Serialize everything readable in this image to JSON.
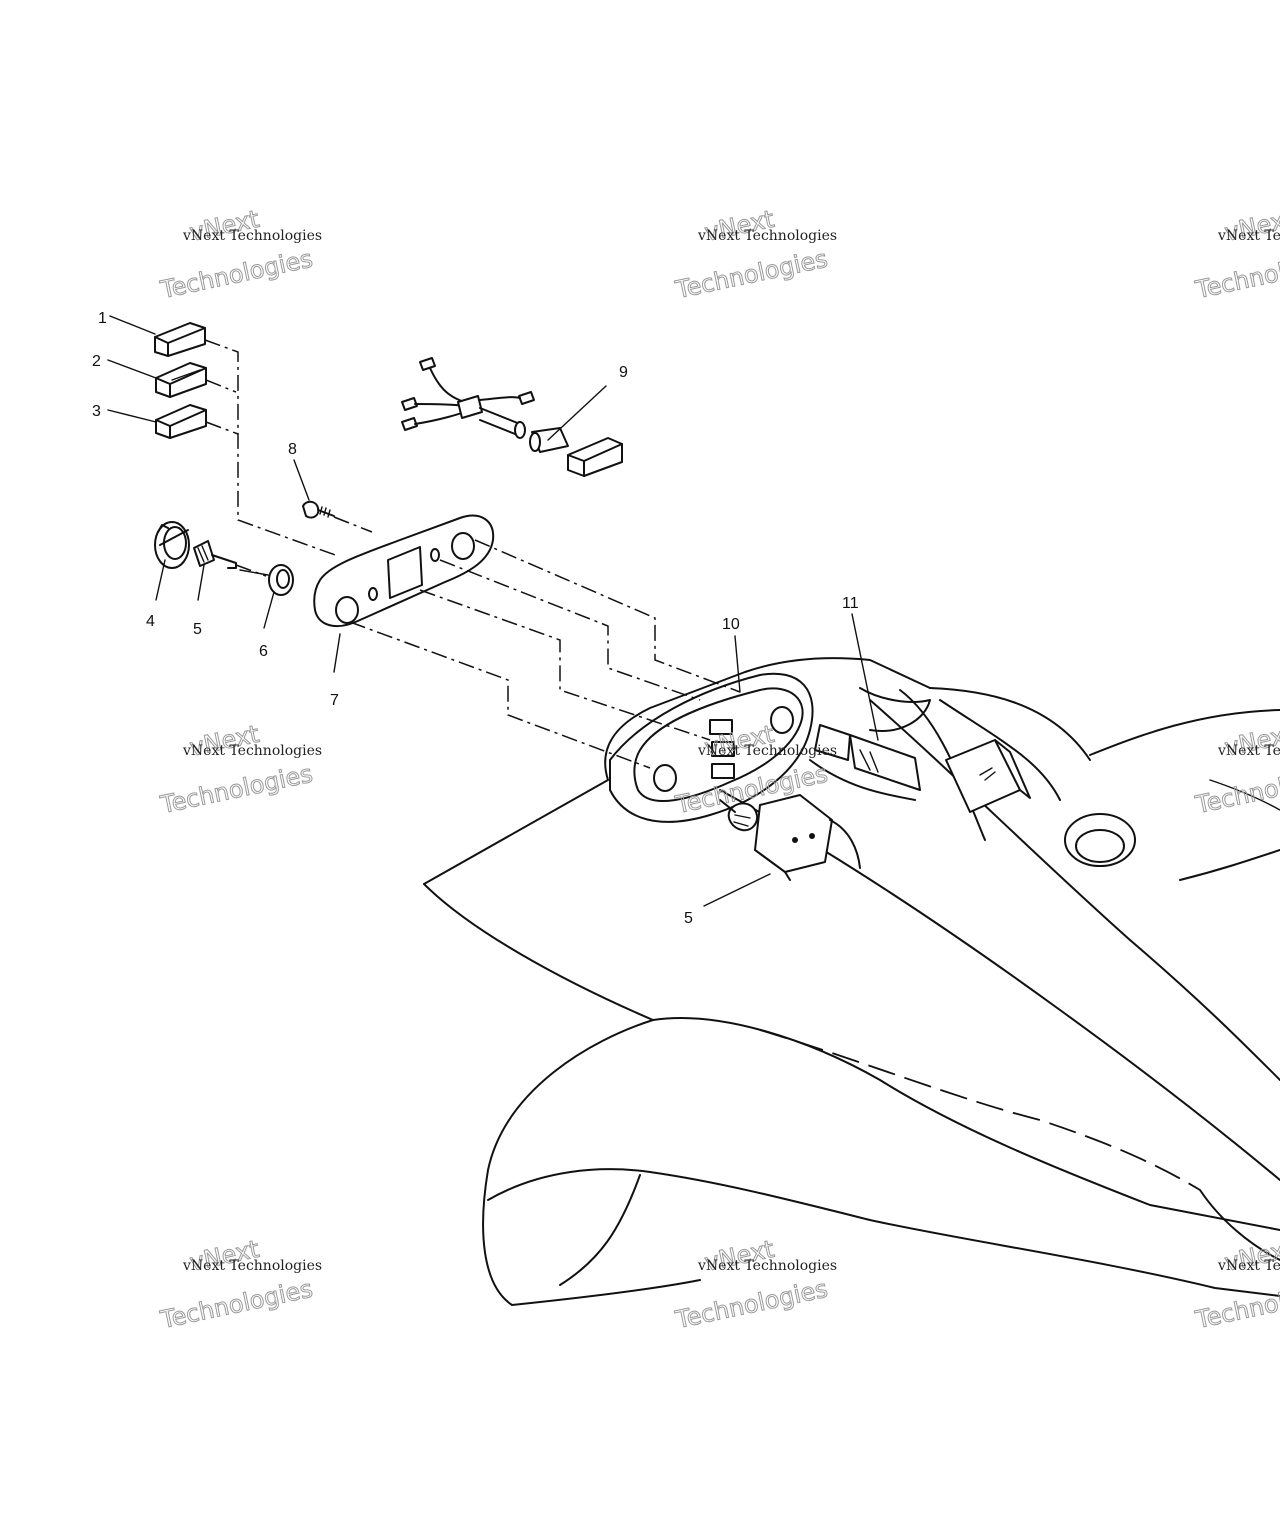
{
  "callouts": {
    "c1": "1",
    "c2": "2",
    "c3": "3",
    "c4": "4",
    "c5a": "5",
    "c5b": "5",
    "c6": "6",
    "c7": "7",
    "c8": "8",
    "c9": "9",
    "c10": "10",
    "c11": "11"
  },
  "watermark": {
    "line_small": "vNext Technologies",
    "line_big_1": "vNext",
    "line_big_2": "Technologies"
  }
}
